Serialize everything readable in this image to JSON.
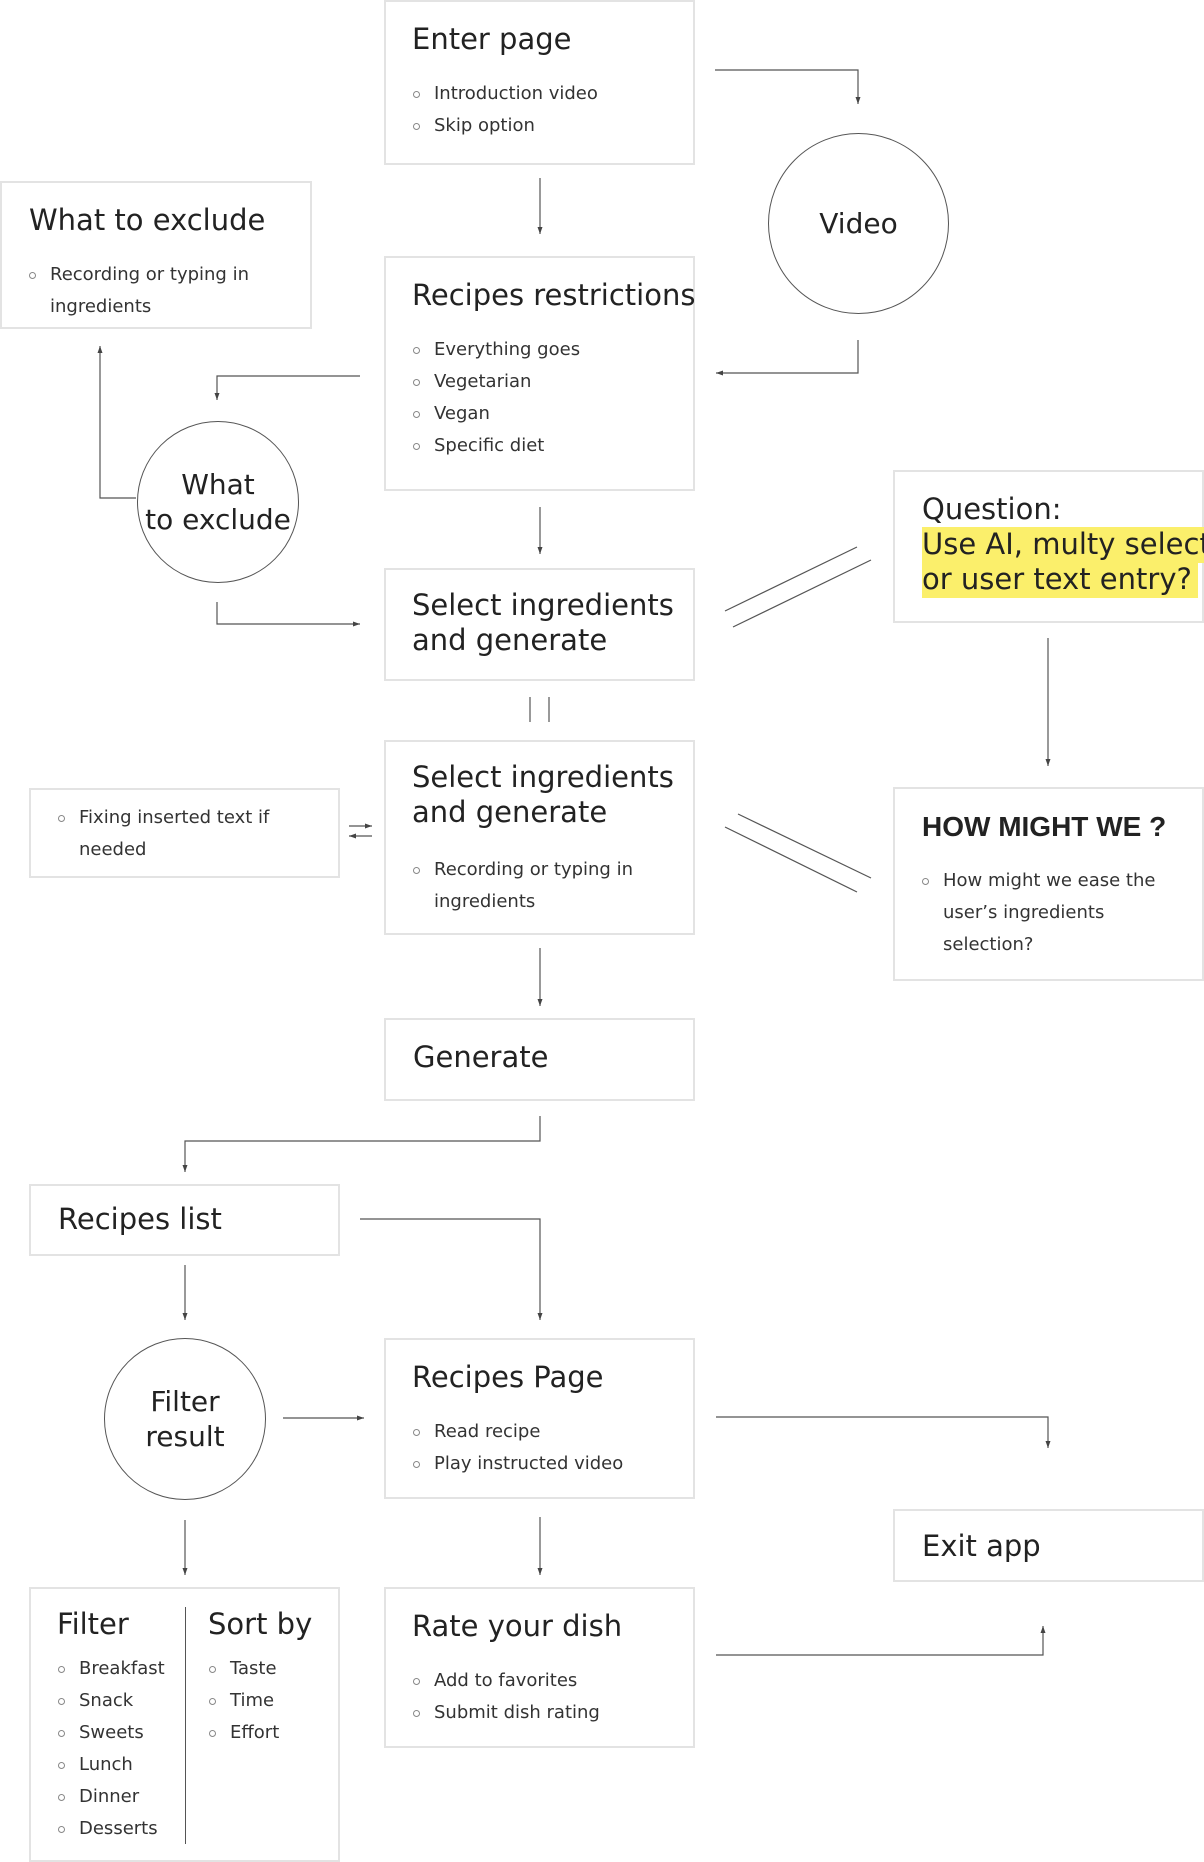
{
  "enter_page": {
    "title": "Enter page",
    "items": [
      "Introduction video",
      "Skip option"
    ]
  },
  "video": {
    "label": "Video"
  },
  "what_to_exclude_box": {
    "title": "What to exclude",
    "items": [
      "Recording or typing in",
      "ingredients"
    ]
  },
  "recipes_restrictions": {
    "title": "Recipes restrictions",
    "items": [
      "Everything goes",
      "Vegetarian",
      "Vegan",
      "Specific diet"
    ]
  },
  "what_to_exclude_circle": {
    "label": "What\nto exclude"
  },
  "select_generate_1": {
    "title_line1": "Select ingredients",
    "title_line2": "and generate"
  },
  "question": {
    "label": "Question:",
    "line1": "Use AI, multy select,",
    "line2": "or user text entry?"
  },
  "select_generate_2": {
    "title_line1": "Select ingredients",
    "title_line2": "and generate",
    "items": [
      "Recording or typing in",
      "ingredients"
    ]
  },
  "fixing": {
    "items": [
      "Fixing inserted text if",
      "needed"
    ]
  },
  "hmw": {
    "title": "HOW MIGHT WE ?",
    "items": [
      "How might we ease the",
      "user’s ingredients",
      "selection?"
    ]
  },
  "generate": {
    "title": "Generate"
  },
  "recipes_list": {
    "title": "Recipes list"
  },
  "filter_result": {
    "label": "Filter\nresult"
  },
  "recipes_page": {
    "title": "Recipes Page",
    "items": [
      "Read recipe",
      "Play instructed video"
    ]
  },
  "exit_app": {
    "title": "Exit app"
  },
  "filter_sort": {
    "filter_title": "Filter",
    "filter_items": [
      "Breakfast",
      "Snack",
      "Sweets",
      "Lunch",
      "Dinner",
      "Desserts"
    ],
    "sort_title": "Sort by",
    "sort_items": [
      "Taste",
      "Time",
      "Effort"
    ]
  },
  "rate_dish": {
    "title": "Rate your dish",
    "items": [
      "Add to favorites",
      "Submit dish rating"
    ]
  },
  "colors": {
    "border": "#e3e3e3",
    "line": "#555555",
    "highlight": "#fbef6b"
  }
}
